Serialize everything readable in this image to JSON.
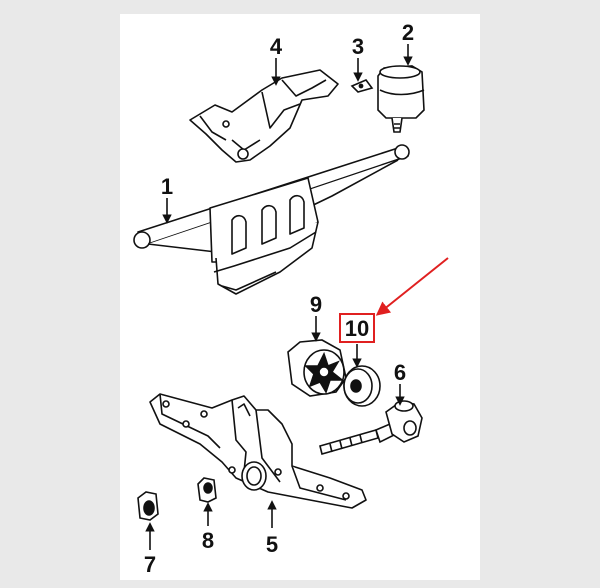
{
  "diagram": {
    "callouts": [
      {
        "key": "c1",
        "number": "1"
      },
      {
        "key": "c2",
        "number": "2"
      },
      {
        "key": "c3",
        "number": "3"
      },
      {
        "key": "c4",
        "number": "4"
      },
      {
        "key": "c5",
        "number": "5"
      },
      {
        "key": "c6",
        "number": "6"
      },
      {
        "key": "c7",
        "number": "7"
      },
      {
        "key": "c8",
        "number": "8"
      },
      {
        "key": "c9",
        "number": "9"
      },
      {
        "key": "c10",
        "number": "10",
        "highlighted": true
      }
    ],
    "highlight_color": "#e02020",
    "line_color": "#111111"
  }
}
